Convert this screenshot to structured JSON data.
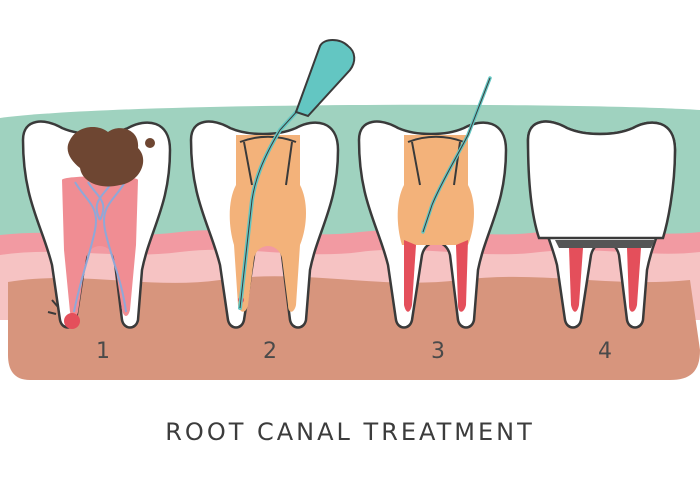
{
  "caption": "ROOT CANAL TREATMENT",
  "steps": [
    {
      "number": "1"
    },
    {
      "number": "2"
    },
    {
      "number": "3"
    },
    {
      "number": "4"
    }
  ],
  "colors": {
    "background_band": "#9fd2bf",
    "gum_dark": "#d7957d",
    "gum_light": "#f6c3c3",
    "gum_pink": "#f29aa2",
    "tooth": "#ffffff",
    "outline": "#3a3a3a",
    "pulp": "#f08d93",
    "nerve": "#8fa8d8",
    "decay": "#6e4632",
    "filling": "#f3b27a",
    "root_red": "#e44f5b",
    "instrument": "#63c6c2"
  }
}
